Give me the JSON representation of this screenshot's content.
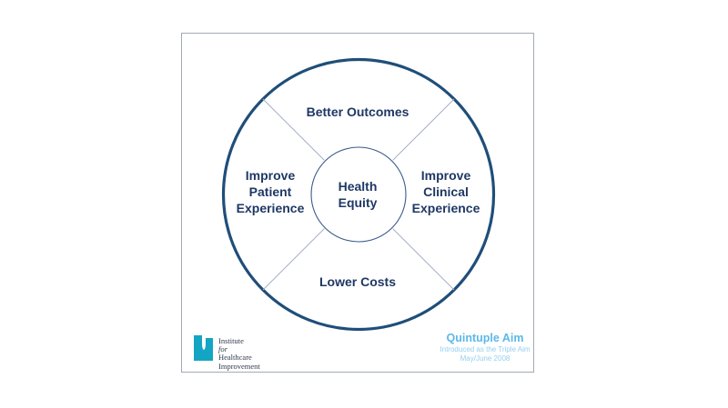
{
  "colors": {
    "outer_circle": "#1f4e79",
    "inner_circle": "#3a5a8c",
    "divider_lines": "#a4b1c5",
    "label_text": "#1f3864",
    "panel_border": "#a3a9b4",
    "logo_teal": "#14a5c4",
    "logo_text": "#2f3b4e",
    "attribution_title": "#5cb8e8",
    "attribution_subtext": "#96cff0"
  },
  "diagram": {
    "top_label": "Better Outcomes",
    "left_label": [
      "Improve",
      "Patient",
      "Experience"
    ],
    "right_label": [
      "Improve",
      "Clinical",
      "Experience"
    ],
    "bottom_label": "Lower Costs",
    "center_label": [
      "Health",
      "Equity"
    ]
  },
  "footer": {
    "logo_icon": "ihi-monogram-icon",
    "logo_line1_regular": "Institute ",
    "logo_line1_italic": "for",
    "logo_line2": "Healthcare",
    "logo_line3": "Improvement",
    "attribution_title": "Quintuple Aim",
    "attribution_line1": "Introduced as the Triple Aim",
    "attribution_line2": "May/June 2008"
  }
}
